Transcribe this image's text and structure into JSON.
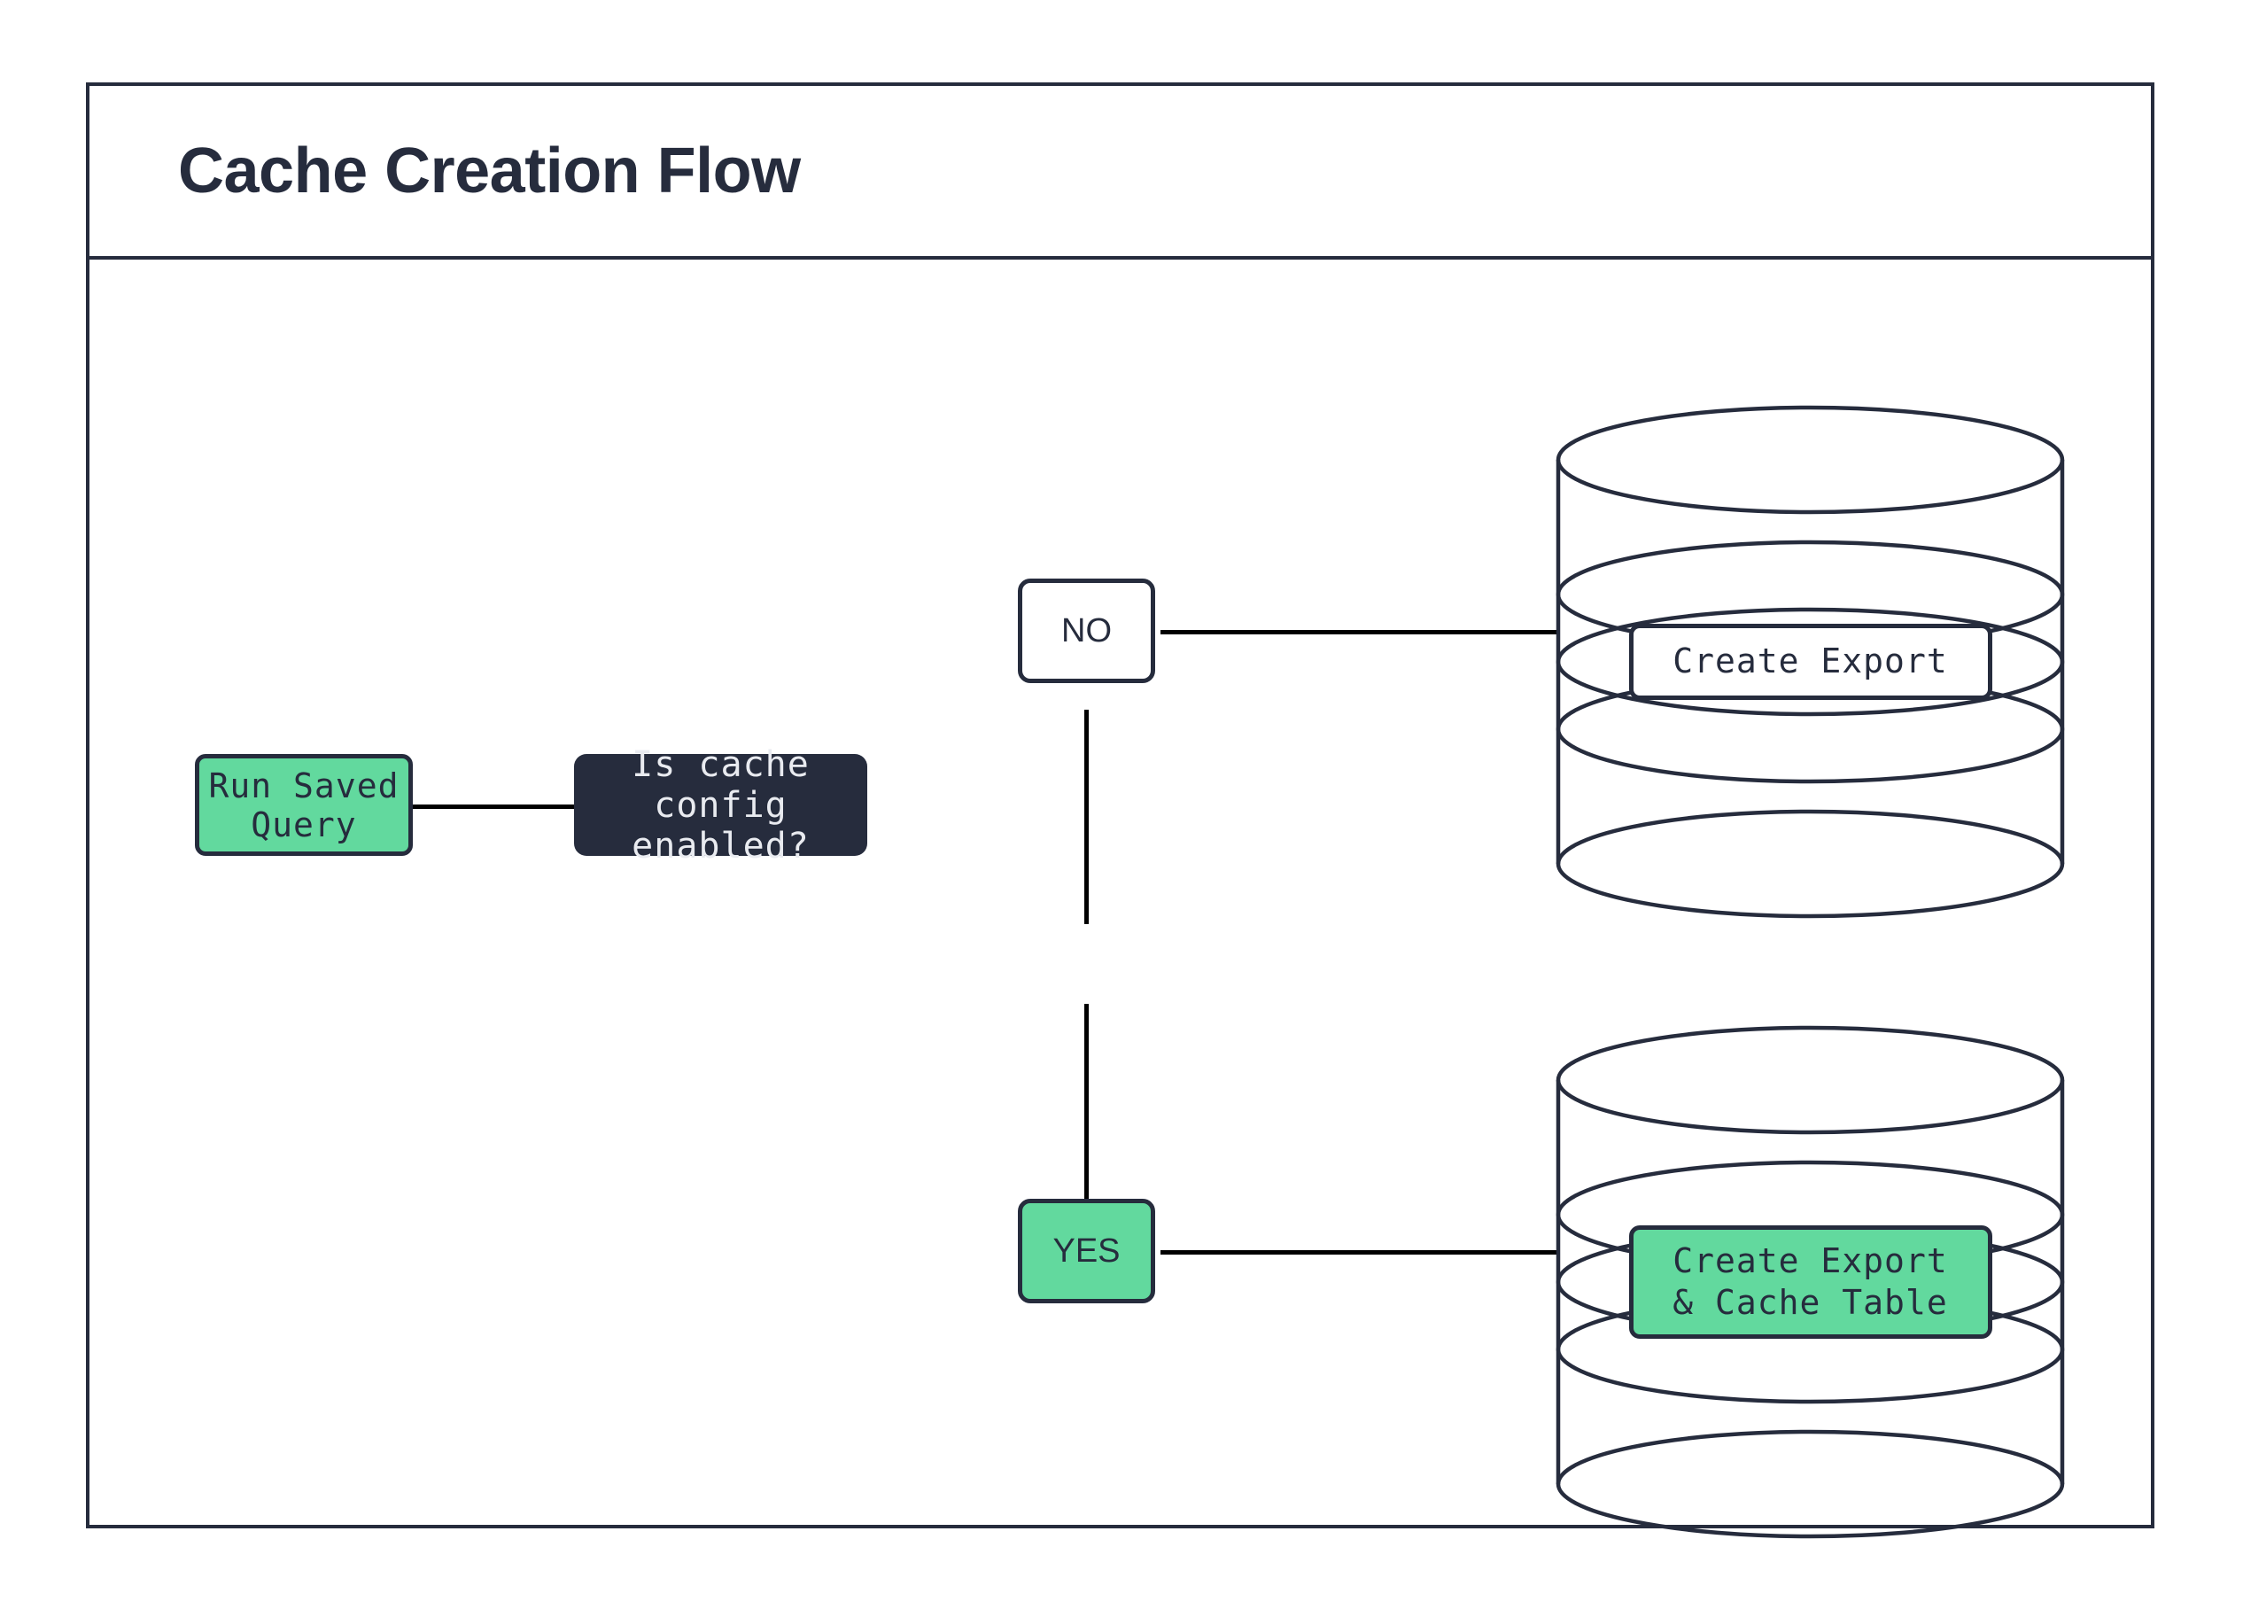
{
  "diagram": {
    "title": "Cache Creation Flow",
    "type": "flowchart",
    "accent_color": "#62d99e",
    "ink_color": "#262c3d",
    "connector_color": "#000000",
    "background": "#ffffff"
  },
  "nodes": {
    "start": {
      "label": "Run Saved Query",
      "shape": "rounded-rect",
      "fill": "#62d99e"
    },
    "decision": {
      "label": "Is cache config enabled?",
      "shape": "rounded-rect",
      "fill": "#262c3d"
    },
    "branch_no": {
      "label": "NO",
      "shape": "rounded-rect",
      "fill": "#ffffff"
    },
    "branch_yes": {
      "label": "YES",
      "shape": "rounded-rect",
      "fill": "#62d99e"
    },
    "db_no": {
      "shape": "database-cylinder",
      "label_line1": "Create Export",
      "label_line2": "",
      "fill": "#ffffff"
    },
    "db_yes": {
      "shape": "database-cylinder",
      "label_line1": "Create Export",
      "label_line2": "& Cache Table",
      "fill": "#62d99e"
    }
  },
  "edges": [
    {
      "from": "start",
      "to": "decision",
      "orientation": "horizontal"
    },
    {
      "from": "decision",
      "to": "branch_no",
      "orientation": "vertical"
    },
    {
      "from": "branch_no",
      "to": "db_no",
      "orientation": "horizontal"
    },
    {
      "from": "decision",
      "to": "branch_yes",
      "orientation": "vertical"
    },
    {
      "from": "branch_yes",
      "to": "db_yes",
      "orientation": "horizontal"
    }
  ]
}
